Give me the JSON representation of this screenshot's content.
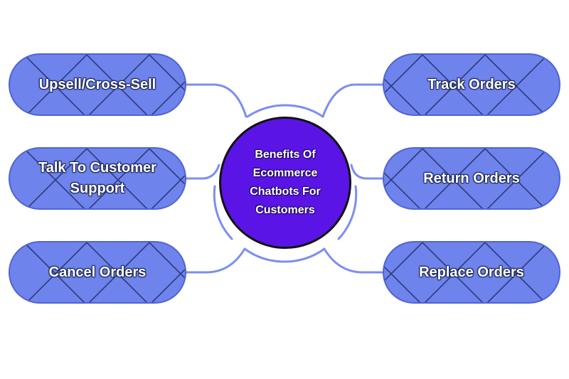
{
  "center": {
    "label": "Benefits Of Ecommerce Chatbots For Customers"
  },
  "left_nodes": [
    {
      "label": "Upsell/Cross-Sell"
    },
    {
      "label": "Talk To Customer Support"
    },
    {
      "label": "Cancel Orders"
    }
  ],
  "right_nodes": [
    {
      "label": "Track Orders"
    },
    {
      "label": "Return Orders"
    },
    {
      "label": "Replace Orders"
    }
  ],
  "colors": {
    "node_fill": "#6f83ec",
    "center_fill": "#5b14e6",
    "connector": "#7b8ef0"
  }
}
